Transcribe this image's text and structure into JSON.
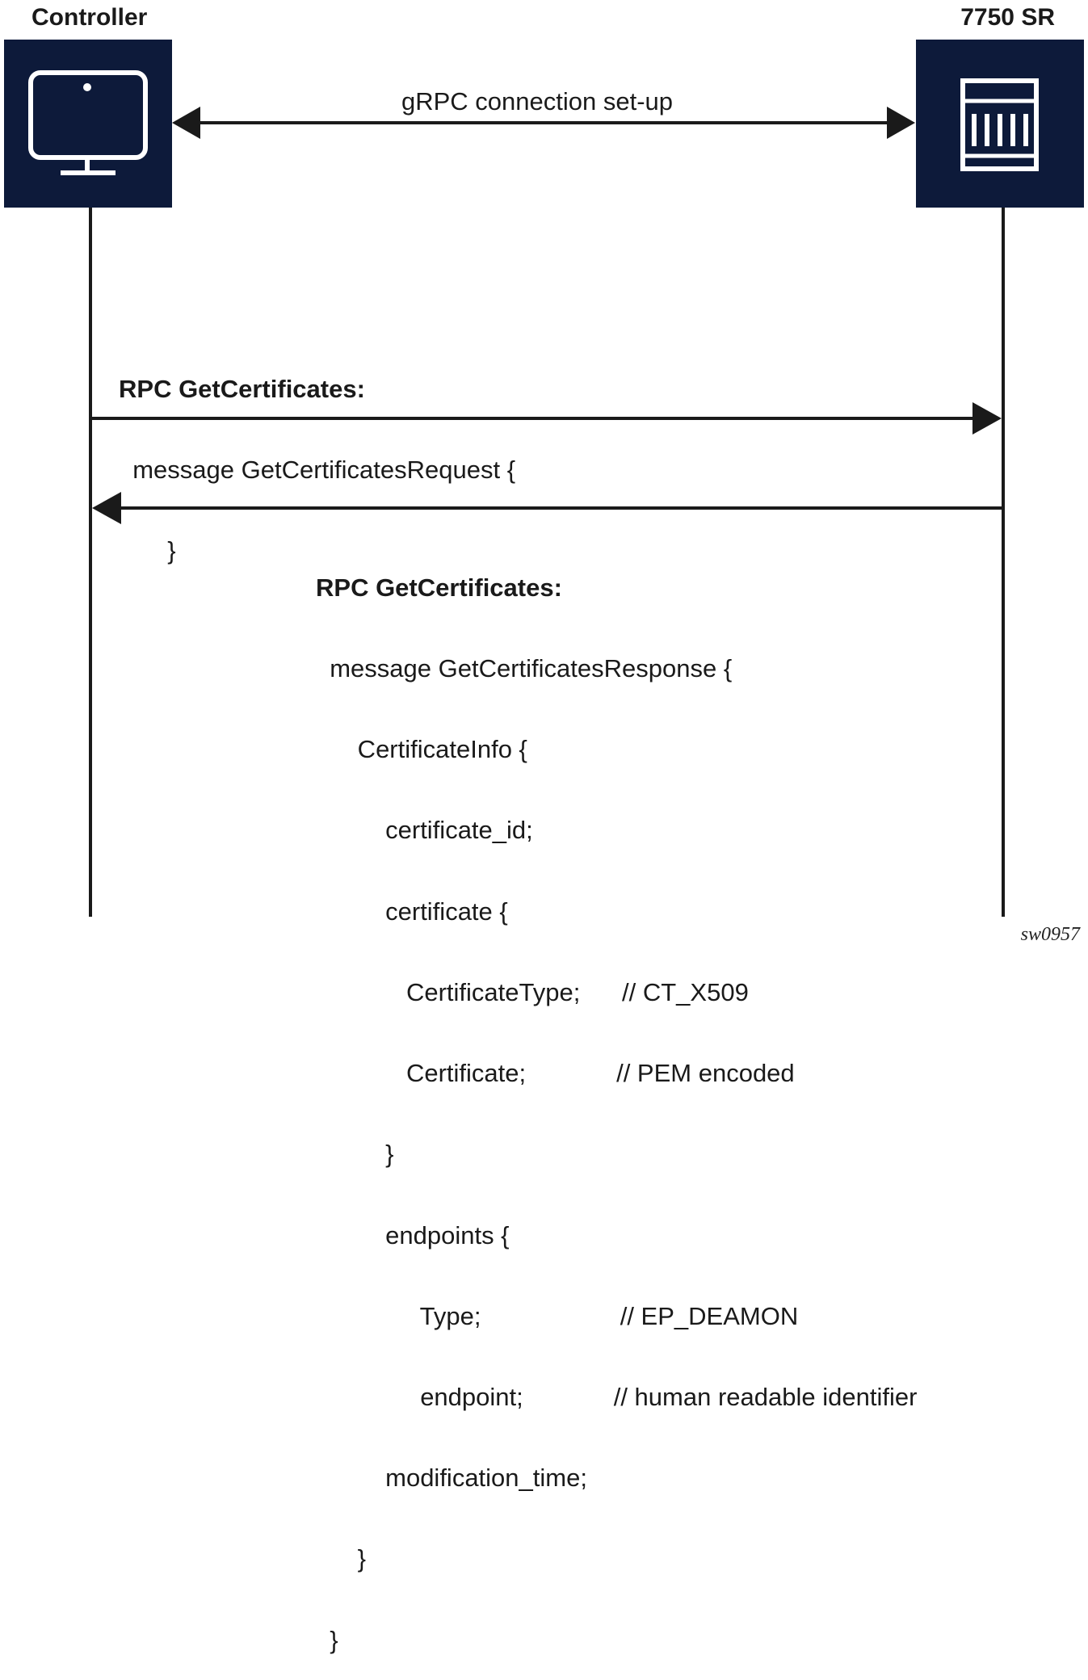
{
  "actors": {
    "controller": {
      "title": "Controller",
      "icon": "monitor-icon"
    },
    "router": {
      "title": "7750 SR",
      "icon": "router-chassis-icon"
    }
  },
  "colors": {
    "actor_fill": "#0d1a3a",
    "line": "#1a1a1a"
  },
  "messages": {
    "setup": {
      "label": "gRPC connection set-up",
      "direction": "bidirectional"
    },
    "request": {
      "direction": "controller-to-router",
      "header": "RPC GetCertificates:",
      "lines": [
        "  message GetCertificatesRequest {",
        "       }"
      ]
    },
    "response": {
      "direction": "router-to-controller",
      "header": "RPC GetCertificates:",
      "lines": [
        "  message GetCertificatesResponse {",
        "      CertificateInfo {",
        "          certificate_id;",
        "          certificate {",
        "             CertificateType;      // CT_X509",
        "             Certificate;             // PEM encoded",
        "          }",
        "          endpoints {",
        "               Type;                    // EP_DEAMON",
        "               endpoint;             // human readable identifier",
        "          modification_time;",
        "      }",
        "  }"
      ]
    }
  },
  "figure_id": "sw0957"
}
